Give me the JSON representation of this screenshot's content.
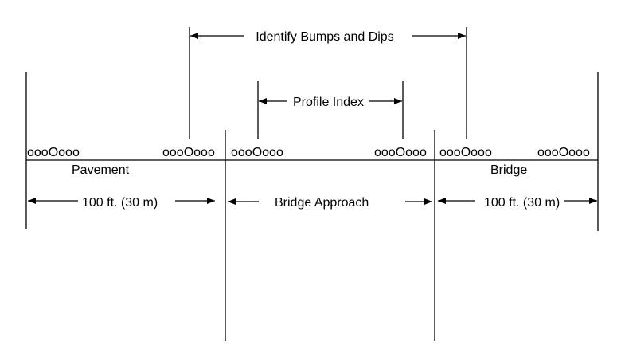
{
  "labels": {
    "identify_bumps_dips": "Identify Bumps and Dips",
    "profile_index": "Profile Index",
    "pavement": "Pavement",
    "bridge": "Bridge",
    "bridge_approach": "Bridge Approach",
    "distance_left": "100 ft. (30 m)",
    "distance_right": "100 ft. (30 m)"
  },
  "sensor_marks": [
    "oooOooo",
    "oooOooo",
    "oooOooo",
    "oooOooo",
    "oooOooo",
    "oooOooo"
  ]
}
